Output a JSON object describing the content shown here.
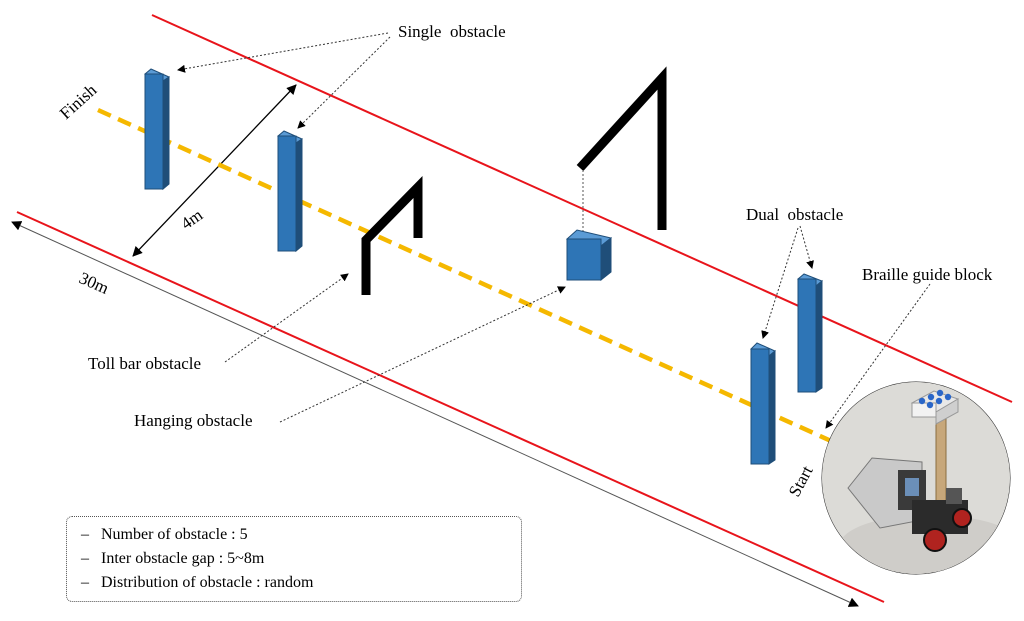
{
  "labels": {
    "single_obstacle": "Single  obstacle",
    "dual_obstacle": "Dual  obstacle",
    "braille_guide_block": "Braille guide block",
    "toll_bar_obstacle": "Toll bar obstacle",
    "hanging_obstacle": "Hanging obstacle",
    "finish": "Finish",
    "start": "Start",
    "width": "4m",
    "length": "30m"
  },
  "conditions": [
    {
      "bullet": "–",
      "text": "Number of obstacle : 5"
    },
    {
      "bullet": "–",
      "text": "Inter obstacle gap : 5~8m"
    },
    {
      "bullet": "–",
      "text": "Distribution of obstacle : random"
    }
  ],
  "colors": {
    "boundary": "#e8141b",
    "guide_path": "#f5b800",
    "obstacle": "#2e75b6",
    "obstacle_dark": "#1f4e79",
    "obstacle_light": "#5b9bd5",
    "bar": "#000000"
  }
}
